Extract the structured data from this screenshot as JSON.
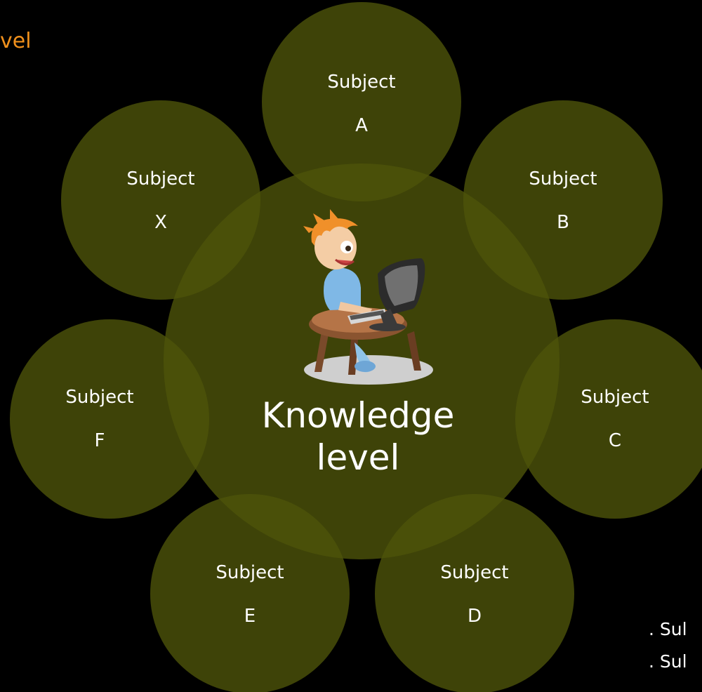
{
  "title_fragment": "vel",
  "center": {
    "line1": "Knowledge",
    "line2": "level"
  },
  "subjects": [
    {
      "line1": "Subject",
      "line2": "A"
    },
    {
      "line1": "Subject",
      "line2": "B"
    },
    {
      "line1": "Subject",
      "line2": "C"
    },
    {
      "line1": "Subject",
      "line2": "D"
    },
    {
      "line1": "Subject",
      "line2": "E"
    },
    {
      "line1": "Subject",
      "line2": "F"
    },
    {
      "line1": "Subject",
      "line2": "X"
    }
  ],
  "notes": [
    ". Sul",
    ". Sul"
  ],
  "colors": {
    "background": "#000000",
    "circle_fill": "#4e540a",
    "title": "#f0901c",
    "text": "#ffffff"
  }
}
